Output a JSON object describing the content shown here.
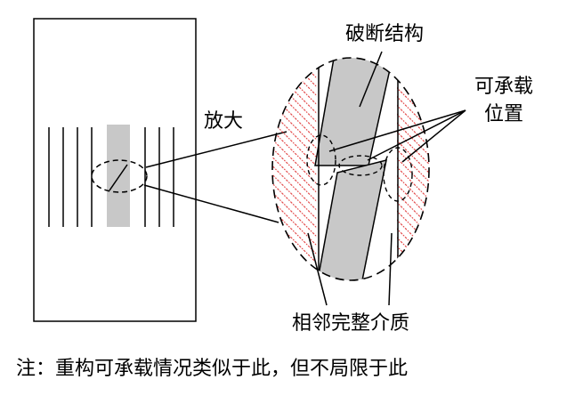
{
  "labels": {
    "fracture_structure": "破断结构",
    "load_position_line1": "可承载",
    "load_position_line2": "位置",
    "magnify": "放大",
    "adjacent_medium": "相邻完整介质",
    "note": "注：重构可承载情况类似于此，但不局限于此"
  },
  "colors": {
    "fracture_fill": "#c8c8c8",
    "hatch": "#e03a3a",
    "stroke": "#000000",
    "background": "#ffffff"
  }
}
